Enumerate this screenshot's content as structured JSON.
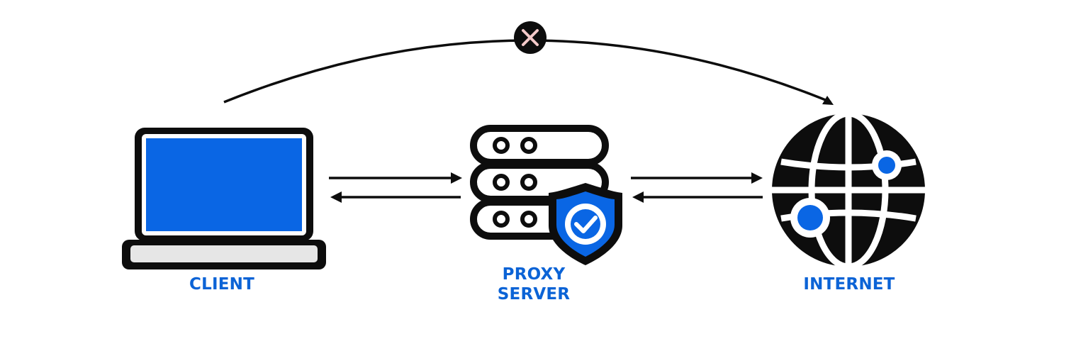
{
  "labels": {
    "client": "CLIENT",
    "proxy_line1": "PROXY",
    "proxy_line2": "SERVER",
    "internet": "INTERNET"
  },
  "icons": {
    "client": "laptop-icon",
    "proxy": "server-stack-icon",
    "shield": "shield-check-icon",
    "internet": "globe-icon",
    "blocked": "x-circle-icon"
  },
  "colors": {
    "accent": "#0a66e4",
    "label": "#0b63d6",
    "stroke": "#0d0d0d",
    "laptop_base": "#e6e6e6",
    "blocked_x": "#f4c9c9"
  }
}
